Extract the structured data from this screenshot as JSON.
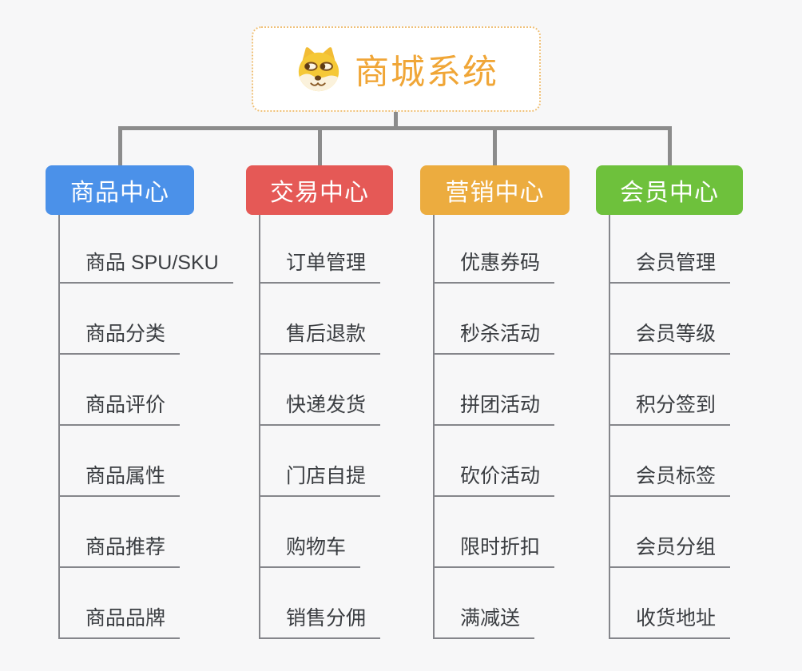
{
  "diagram_title": "商城系统",
  "root": {
    "title": "商城系统",
    "icon": "doge-dog-face-icon",
    "title_color": "#f0a637",
    "border_color": "#efc078"
  },
  "connector_color": "#8c8c8c",
  "child_line_color": "#85868b",
  "background_color": "#f7f7f8",
  "branches": [
    {
      "label": "商品中心",
      "color": "#4b91e9",
      "children": [
        "商品 SPU/SKU",
        "商品分类",
        "商品评价",
        "商品属性",
        "商品推荐",
        "商品品牌"
      ]
    },
    {
      "label": "交易中心",
      "color": "#e55956",
      "children": [
        "订单管理",
        "售后退款",
        "快递发货",
        "门店自提",
        "购物车",
        "销售分佣"
      ]
    },
    {
      "label": "营销中心",
      "color": "#ecac3f",
      "children": [
        "优惠券码",
        "秒杀活动",
        "拼团活动",
        "砍价活动",
        "限时折扣",
        "满减送"
      ]
    },
    {
      "label": "会员中心",
      "color": "#6ec13c",
      "children": [
        "会员管理",
        "会员等级",
        "积分签到",
        "会员标签",
        "会员分组",
        "收货地址"
      ]
    }
  ]
}
